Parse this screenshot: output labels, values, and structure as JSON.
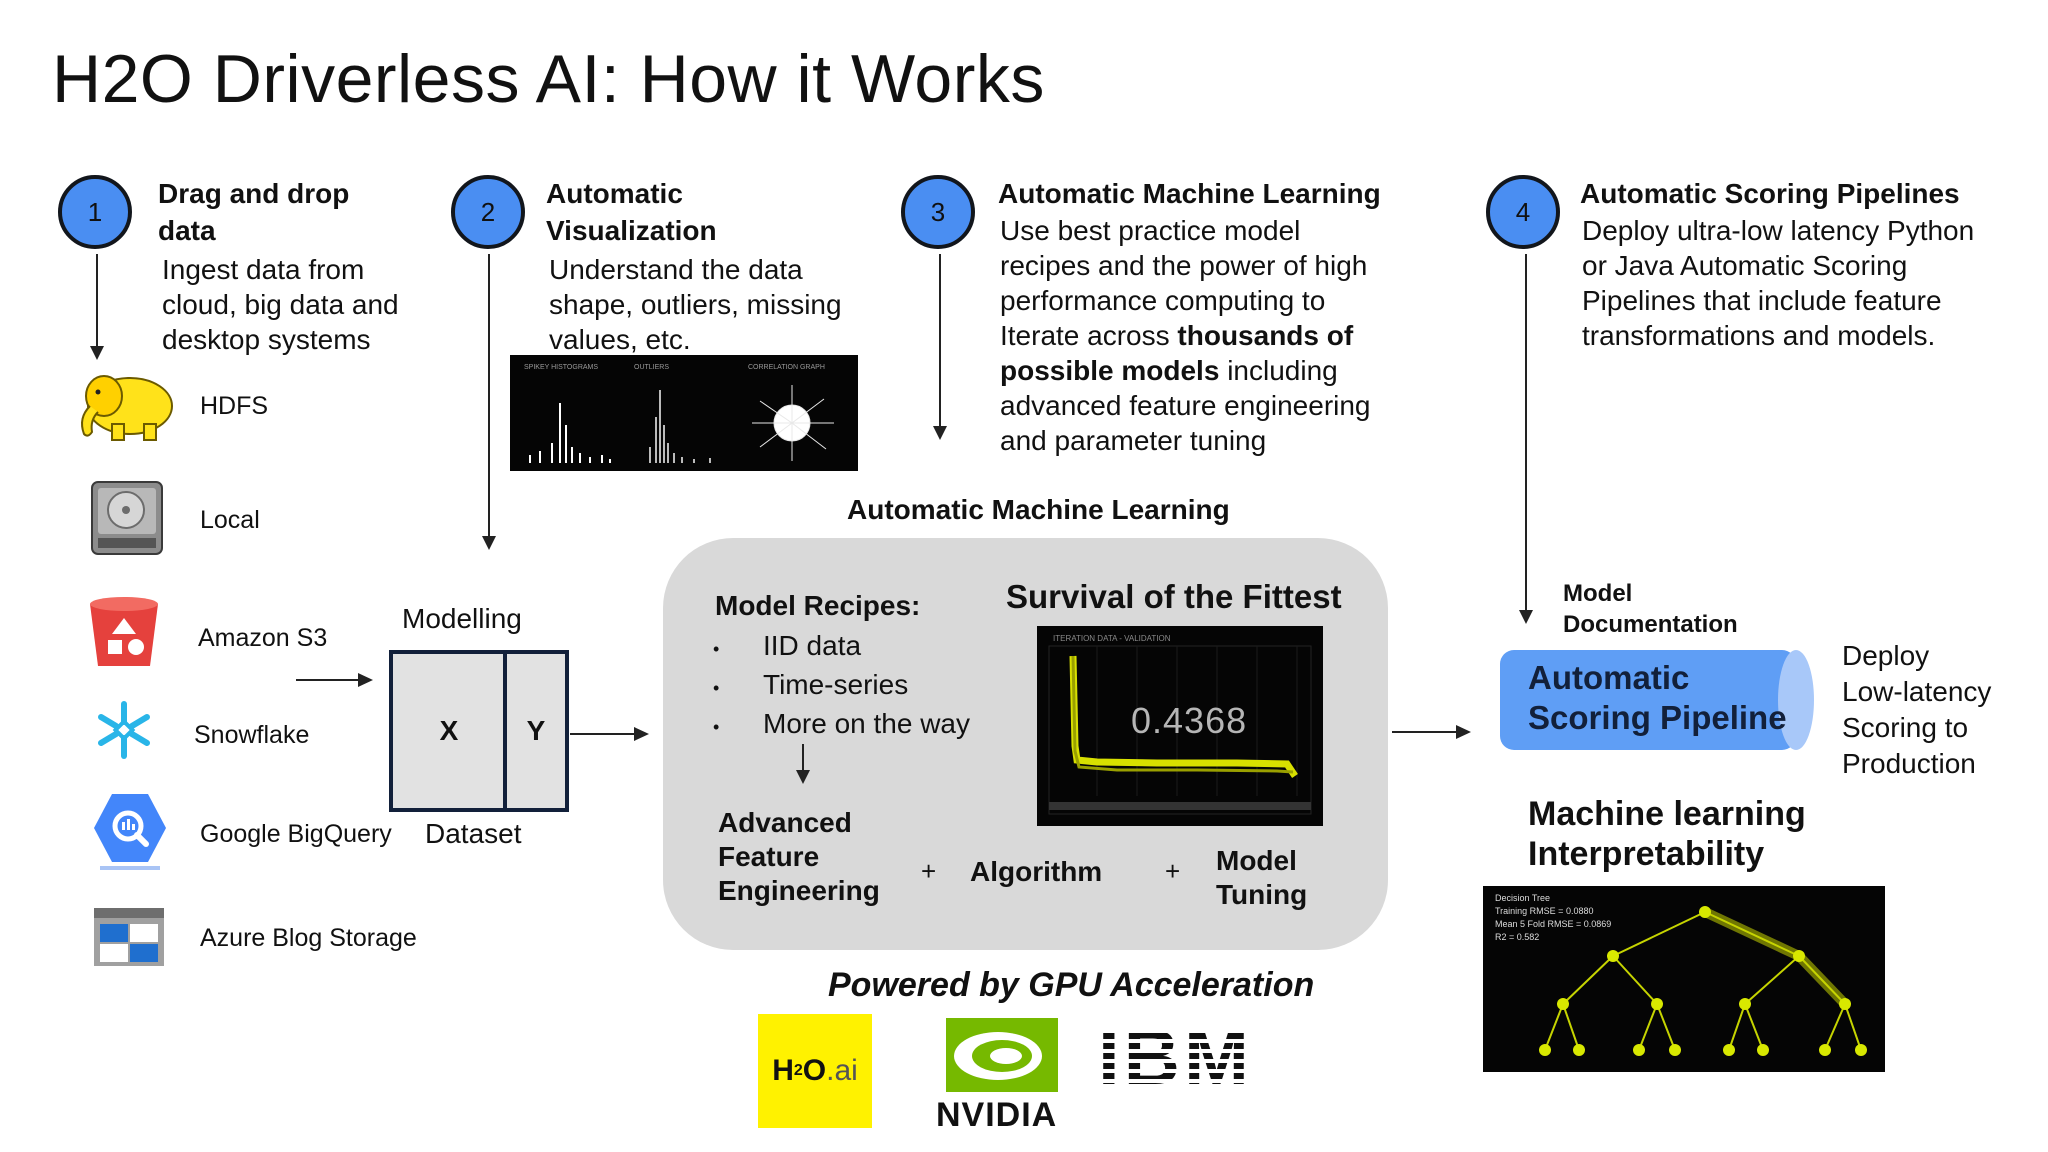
{
  "title": "H2O Driverless AI:  How it Works",
  "steps": [
    {
      "num": "1",
      "heading": "Drag and drop data",
      "body_lines": [
        "Ingest data from",
        "cloud, big data and",
        "desktop systems"
      ]
    },
    {
      "num": "2",
      "heading": "Automatic Visualization",
      "body_lines": [
        "Understand the data",
        "shape, outliers, missing",
        "values, etc."
      ]
    },
    {
      "num": "3",
      "heading": "Automatic Machine Learning",
      "body_lines": [
        "Use best practice model",
        "recipes and the power of high",
        "performance computing to",
        "Iterate across",
        "thousands of",
        "possible models",
        "including",
        "advanced feature engineering",
        "and parameter tuning"
      ]
    },
    {
      "num": "4",
      "heading": "Automatic Scoring Pipelines",
      "body_lines": [
        "Deploy ultra-low latency Python",
        "or Java Automatic Scoring",
        "Pipelines that include feature",
        "transformations and models."
      ]
    }
  ],
  "sources": [
    {
      "label": "HDFS",
      "icon": "elephant-icon"
    },
    {
      "label": "Local",
      "icon": "hard-drive-icon"
    },
    {
      "label": "Amazon S3",
      "icon": "s3-bucket-icon"
    },
    {
      "label": "Snowflake",
      "icon": "snowflake-icon"
    },
    {
      "label": "Google BigQuery",
      "icon": "bigquery-icon"
    },
    {
      "label": "Azure Blog Storage",
      "icon": "azure-storage-icon"
    }
  ],
  "viz_panel": {
    "labels": [
      "SPIKEY HISTOGRAMS",
      "OUTLIERS",
      "CORRELATION GRAPH"
    ]
  },
  "dataset": {
    "heading": "Modelling",
    "x": "X",
    "y": "Y",
    "caption": "Dataset"
  },
  "aml": {
    "section_title": "Automatic Machine Learning",
    "recipes_title": "Model Recipes:",
    "recipes": [
      "IID data",
      "Time-series",
      "More on the way"
    ],
    "survival_title": "Survival of the Fittest",
    "chart_header": "ITERATION DATA - VALIDATION",
    "chart_value": "0.4368",
    "fe_lines": [
      "Advanced",
      "Feature",
      "Engineering"
    ],
    "plus": "+",
    "algorithm": "Algorithm",
    "tuning_lines": [
      "Model",
      "Tuning"
    ]
  },
  "pipeline": {
    "doc_lines": [
      "Model",
      "Documentation"
    ],
    "label_lines": [
      "Automatic",
      "Scoring Pipeline"
    ],
    "deploy_lines": [
      "Deploy",
      "Low-latency",
      "Scoring to",
      "Production"
    ]
  },
  "interpretability": {
    "title_lines": [
      "Machine learning",
      "Interpretability"
    ],
    "tree_stats": [
      "Decision Tree",
      "Training RMSE = 0.0880",
      "Mean 5 Fold RMSE = 0.0869",
      "R2 = 0.582"
    ]
  },
  "powered": "Powered by GPU Acceleration",
  "logos": {
    "h2o": "H",
    "h2o_sub": "2",
    "h2o_o": "O",
    "h2o_ai": ".ai",
    "nvidia": "NVIDIA",
    "ibm": "IBM"
  },
  "colors": {
    "step_circle": "#4a8ef2",
    "pipeline": "#5f9ef5",
    "panel": "#d9d9d9",
    "h2o_yellow": "#fff200",
    "nvidia_green": "#76b900"
  }
}
